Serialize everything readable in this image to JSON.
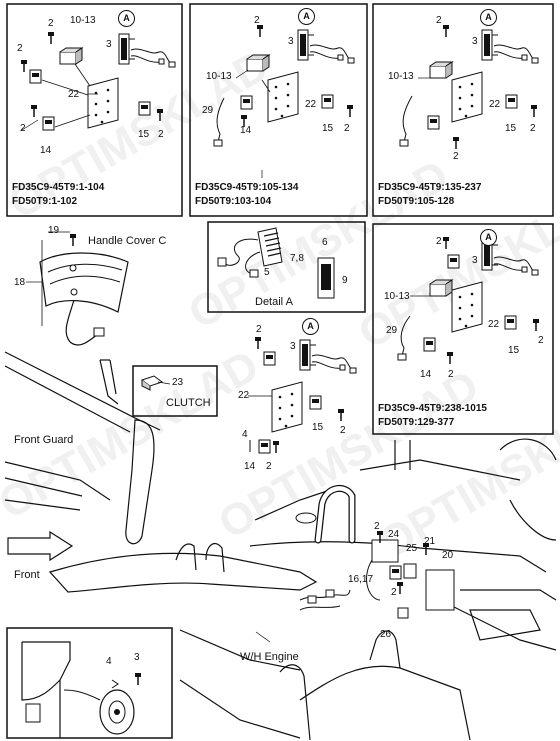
{
  "panels": {
    "p1": {
      "serial_a": "FD35C9-45T9:1-104",
      "serial_b": "FD50T9:1-102"
    },
    "p2": {
      "serial_a": "FD35C9-45T9:105-134",
      "serial_b": "FD50T9:103-104"
    },
    "p3": {
      "serial_a": "FD35C9-45T9:135-237",
      "serial_b": "FD50T9:105-128"
    },
    "p4": {
      "serial_a": "FD35C9-45T9:238-1015",
      "serial_b": "FD50T9:129-377"
    },
    "detail": {
      "title": "Detail  A"
    }
  },
  "callout_letter": "A",
  "labels": {
    "handle_cover": "Handle Cover C",
    "clutch": "CLUTCH",
    "front_guard": "Front Guard",
    "front": "Front",
    "wh_engine": "W/H Engine"
  },
  "part_numbers": {
    "n2": "2",
    "n3": "3",
    "n4": "4",
    "n5": "5",
    "n6": "6",
    "n78": "7,8",
    "n9": "9",
    "n1013": "10-13",
    "n14": "14",
    "n15": "15",
    "n1617": "16,17",
    "n18": "18",
    "n19": "19",
    "n20": "20",
    "n21": "21",
    "n22": "22",
    "n23": "23",
    "n24": "24",
    "n25": "25",
    "n26": "26",
    "n29": "29"
  },
  "watermark": "OPTIMSKLAD",
  "watermark_url": "optim-sklad"
}
